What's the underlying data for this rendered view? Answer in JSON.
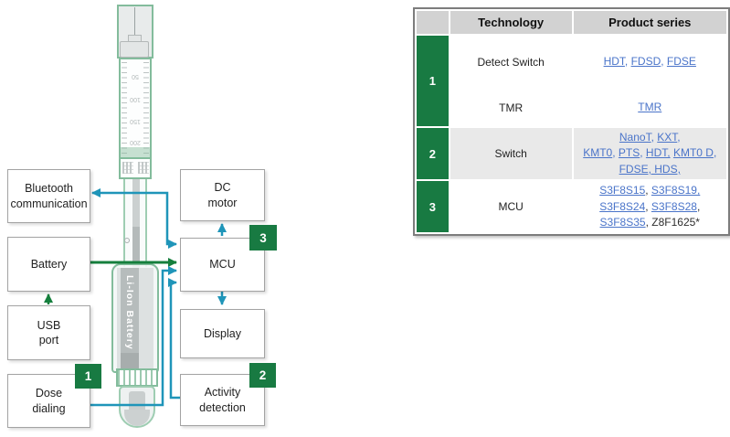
{
  "colors": {
    "green": "#187a42",
    "arrow-green": "#157f3d",
    "teal": "#1f95b9",
    "link": "#4a74c9",
    "pen-outline": "#83bc9c"
  },
  "diagram": {
    "pen": {
      "battery_label": "Li-Ion Battery",
      "scale": [
        "50",
        "100",
        "150",
        "200"
      ]
    },
    "boxes": [
      {
        "id": "bluetooth",
        "label": "Bluetooth\ncommunication"
      },
      {
        "id": "battery",
        "label": "Battery"
      },
      {
        "id": "usb",
        "label": "USB\nport"
      },
      {
        "id": "dose",
        "label": "Dose\ndialing"
      },
      {
        "id": "dc-motor",
        "label": "DC\nmotor"
      },
      {
        "id": "mcu",
        "label": "MCU"
      },
      {
        "id": "display",
        "label": "Display"
      },
      {
        "id": "activity",
        "label": "Activity\ndetection"
      }
    ],
    "badges": [
      "1",
      "2",
      "3"
    ]
  },
  "table": {
    "headers": {
      "technology": "Technology",
      "product_series": "Product series"
    },
    "rows": [
      {
        "num": "1",
        "tech": "Detect Switch",
        "products": [
          {
            "t": "HDT",
            "link": true
          },
          {
            "t": ", ",
            "link": false
          },
          {
            "t": "FDSD",
            "link": true
          },
          {
            "t": ", ",
            "link": false
          },
          {
            "t": "FDSE",
            "link": true
          }
        ]
      },
      {
        "tech": "TMR",
        "products": [
          {
            "t": "TMR",
            "link": true
          }
        ]
      },
      {
        "num": "2",
        "tech": "Switch",
        "products": [
          {
            "t": "NanoT",
            "link": true
          },
          {
            "t": ", ",
            "link": false
          },
          {
            "t": "KXT",
            "link": true
          },
          {
            "t": ",",
            "link": false
          },
          {
            "br": true
          },
          {
            "t": "KMT0",
            "link": true
          },
          {
            "t": ", ",
            "link": false
          },
          {
            "t": "PTS",
            "link": true
          },
          {
            "t": ", ",
            "link": false
          },
          {
            "t": "HDT,",
            "link": true
          },
          {
            "t": " ",
            "link": false
          },
          {
            "t": "KMT0 D",
            "link": true
          },
          {
            "t": ",",
            "link": false
          },
          {
            "br": true
          },
          {
            "t": "FDSE, HDS,",
            "link": true
          }
        ]
      },
      {
        "num": "3",
        "tech": "MCU",
        "products": [
          {
            "t": "S3F8S15",
            "link": true
          },
          {
            "t": ", ",
            "link": false
          },
          {
            "t": "S3F8S19,",
            "link": true
          },
          {
            "br": true
          },
          {
            "t": "S3F8S24",
            "link": true
          },
          {
            "t": ", ",
            "link": false
          },
          {
            "t": "S3F8S28",
            "link": true
          },
          {
            "t": ",",
            "link": false
          },
          {
            "br": true
          },
          {
            "t": "S3F8S35",
            "link": true
          },
          {
            "t": ", Z8F1625*",
            "link": false
          }
        ]
      }
    ]
  }
}
